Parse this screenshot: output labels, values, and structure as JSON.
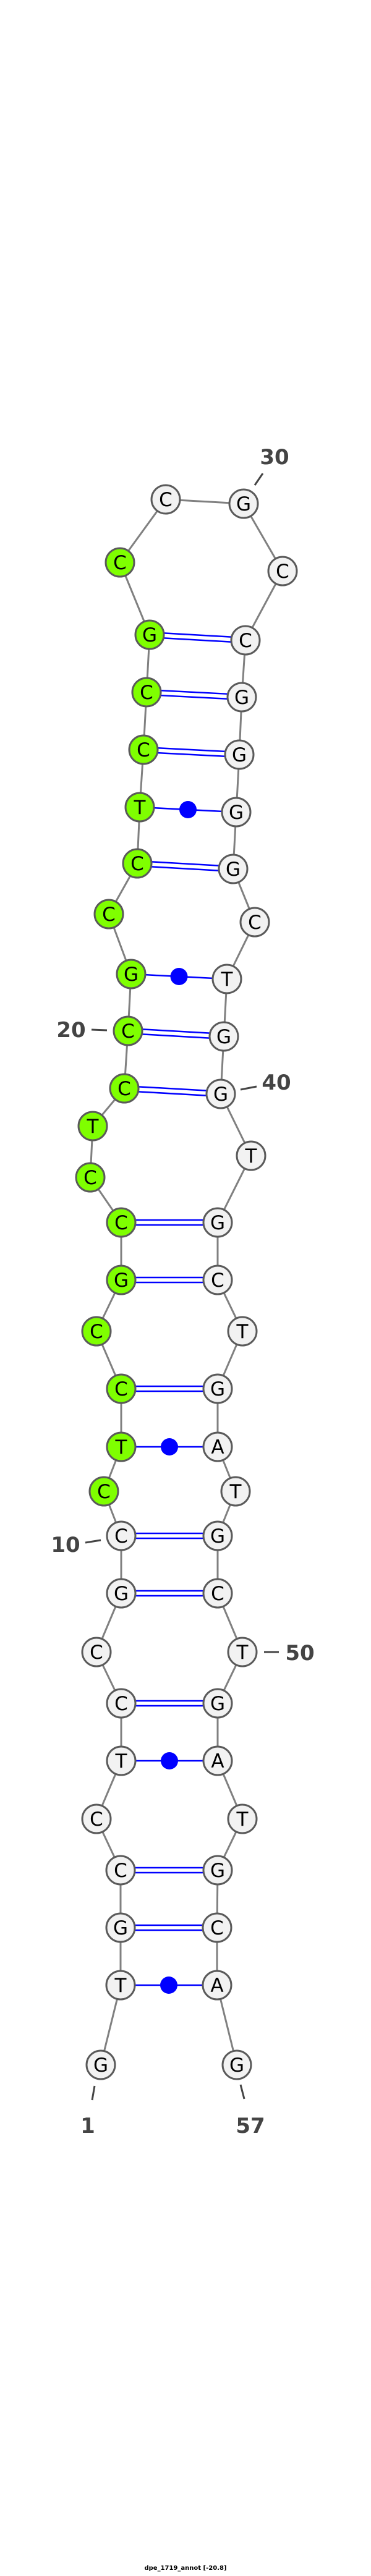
{
  "title": "dpe_1719_annot [-20.8]",
  "sequence": [
    "G",
    "T",
    "G",
    "C",
    "C",
    "T",
    "C",
    "C",
    "G",
    "C",
    "C",
    "T",
    "C",
    "C",
    "G",
    "C",
    "C",
    "T",
    "C",
    "C",
    "G",
    "C",
    "C",
    "T",
    "C",
    "C",
    "G",
    "C",
    "C",
    "G",
    "C",
    "C",
    "G",
    "G",
    "G",
    "G",
    "C",
    "T",
    "G",
    "G",
    "T",
    "G",
    "C",
    "T",
    "G",
    "A",
    "T",
    "G",
    "C",
    "T",
    "G",
    "A",
    "T",
    "G",
    "C",
    "A",
    "G"
  ],
  "highlighted_range": [
    11,
    28
  ],
  "pairs": [
    {
      "i": 2,
      "j": 56,
      "type": "wobble"
    },
    {
      "i": 3,
      "j": 55,
      "type": "canonical"
    },
    {
      "i": 4,
      "j": 54,
      "type": "canonical"
    },
    {
      "i": 6,
      "j": 52,
      "type": "wobble"
    },
    {
      "i": 7,
      "j": 51,
      "type": "canonical"
    },
    {
      "i": 9,
      "j": 49,
      "type": "canonical"
    },
    {
      "i": 10,
      "j": 48,
      "type": "canonical"
    },
    {
      "i": 12,
      "j": 46,
      "type": "wobble"
    },
    {
      "i": 13,
      "j": 45,
      "type": "canonical"
    },
    {
      "i": 15,
      "j": 43,
      "type": "canonical"
    },
    {
      "i": 16,
      "j": 42,
      "type": "canonical"
    },
    {
      "i": 19,
      "j": 40,
      "type": "canonical"
    },
    {
      "i": 20,
      "j": 39,
      "type": "canonical"
    },
    {
      "i": 21,
      "j": 38,
      "type": "wobble"
    },
    {
      "i": 23,
      "j": 36,
      "type": "canonical"
    },
    {
      "i": 24,
      "j": 35,
      "type": "wobble"
    },
    {
      "i": 25,
      "j": 34,
      "type": "canonical"
    },
    {
      "i": 26,
      "j": 33,
      "type": "canonical"
    },
    {
      "i": 27,
      "j": 32,
      "type": "canonical"
    }
  ],
  "position_labels": [
    "1",
    "10",
    "20",
    "30",
    "40",
    "50",
    "57"
  ],
  "colors": {
    "highlight_fill": "#7fff00",
    "default_fill": "#f2f2f2",
    "node_stroke": "#5a5a5a",
    "backbone": "#808080",
    "pair": "#0000ff",
    "label": "#444444"
  }
}
